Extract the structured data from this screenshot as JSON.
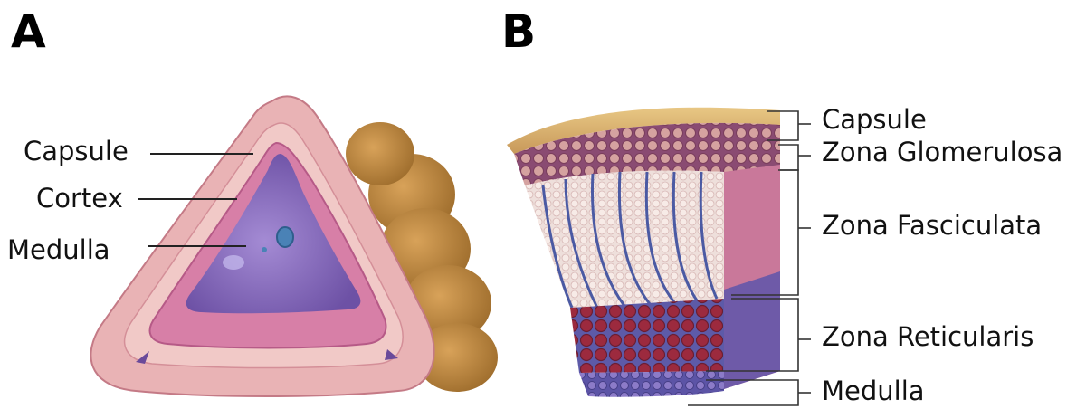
{
  "panel_a": {
    "letter": "A",
    "labels": {
      "capsule": "Capsule",
      "cortex": "Cortex",
      "medulla": "Medulla"
    }
  },
  "panel_b": {
    "letter": "B",
    "labels": {
      "capsule": "Capsule",
      "zona_glomerulosa": "Zona Glomerulosa",
      "zona_fasciculata": "Zona Fasciculata",
      "zona_reticularis": "Zona Reticularis",
      "medulla": "Medulla"
    }
  }
}
